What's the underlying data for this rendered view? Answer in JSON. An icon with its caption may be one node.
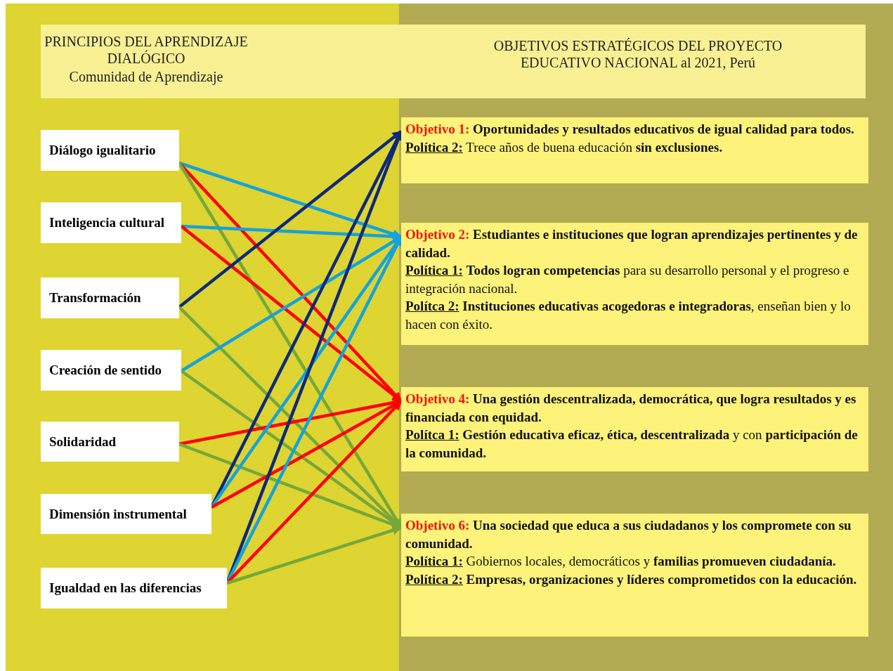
{
  "diagram": {
    "nodes": [
      {
        "text": [
          "PRINCIPIOS DEL APRENDIZAJE DIALÓGICO",
          "Comunidad de Aprendizaje",
          "OBJETIVOS ESTRATÉGICOS DEL PROYECTO EDUCATIVO NACIONAL al 2021, Perú"
        ]
      },
      {
        "text": [
          "Diálogo igualitario"
        ]
      },
      {
        "text": [
          "Inteligencia cultural"
        ]
      },
      {
        "text": [
          "Transformación"
        ]
      },
      {
        "text": [
          "Creación de sentido"
        ]
      },
      {
        "text": [
          "Solidaridad"
        ]
      },
      {
        "text": [
          "Dimensión instrumental"
        ]
      },
      {
        "text": [
          "Igualdad en las diferencias"
        ]
      },
      {
        "text": [
          "Objetivo 1: Oportunidades y resultados educativos de igual calidad para todos.",
          "Política 2: Trece años de buena educación **sin exclusiones.**"
        ]
      },
      {
        "text": [
          "Objetivo 2: Estudiantes e instituciones que logran aprendizajes pertinentes y de calidad.",
          "Política 1: **Todos logran competencias** para su desarrollo personal y el progreso e integración nacional.",
          "Polítca 2: **Instituciones educativas acogedoras e integradoras**, enseñan bien y lo hacen con éxito."
        ]
      },
      {
        "text": [
          "Objetivo 4: Una gestión descentralizada, democrática, que logra resultados y es financiada con equidad.",
          "Polítca 1: **Gestión educativa eficaz, ética, descentralizada** y con **participación de la comunidad.**"
        ]
      },
      {
        "text": [
          "Objetivo 6: Una sociedad que educa a sus ciudadanos y los compromete con su comunidad.",
          "Política 1: Gobiernos locales, democráticos y **familias promueven ciudadanía.**",
          "Política 2: **Empresas, organizaciones y líderes comprometidos con la educación.**"
        ]
      }
    ],
    "edges": [
      {
        "from": 1,
        "to": 9,
        "arrow": "to",
        "color": "#14a3dc"
      },
      {
        "from": 1,
        "to": 10,
        "arrow": "to",
        "color": "#ff0000"
      },
      {
        "from": 1,
        "to": 11,
        "arrow": "to",
        "color": "#76a83a"
      },
      {
        "from": 2,
        "to": 9,
        "arrow": "to",
        "color": "#14a3dc"
      },
      {
        "from": 2,
        "to": 10,
        "arrow": "to",
        "color": "#ff0000"
      },
      {
        "from": 3,
        "to": 8,
        "arrow": "to",
        "color": "#0e2a7a"
      },
      {
        "from": 3,
        "to": 11,
        "arrow": "to",
        "color": "#76a83a"
      },
      {
        "from": 4,
        "to": 9,
        "arrow": "to",
        "color": "#14a3dc"
      },
      {
        "from": 4,
        "to": 11,
        "arrow": "to",
        "color": "#76a83a"
      },
      {
        "from": 5,
        "to": 10,
        "arrow": "to",
        "color": "#ff0000"
      },
      {
        "from": 5,
        "to": 11,
        "arrow": "to",
        "color": "#76a83a"
      },
      {
        "from": 6,
        "to": 8,
        "arrow": "to",
        "color": "#0e2a7a"
      },
      {
        "from": 6,
        "to": 9,
        "arrow": "to",
        "color": "#14a3dc"
      },
      {
        "from": 6,
        "to": 10,
        "arrow": "to",
        "color": "#ff0000"
      },
      {
        "from": 7,
        "to": 8,
        "arrow": "to",
        "color": "#0e2a7a"
      },
      {
        "from": 7,
        "to": 9,
        "arrow": "to",
        "color": "#14a3dc"
      },
      {
        "from": 7,
        "to": 10,
        "arrow": "to",
        "color": "#ff0000"
      },
      {
        "from": 7,
        "to": 11,
        "arrow": "to",
        "color": "#76a83a"
      }
    ]
  }
}
